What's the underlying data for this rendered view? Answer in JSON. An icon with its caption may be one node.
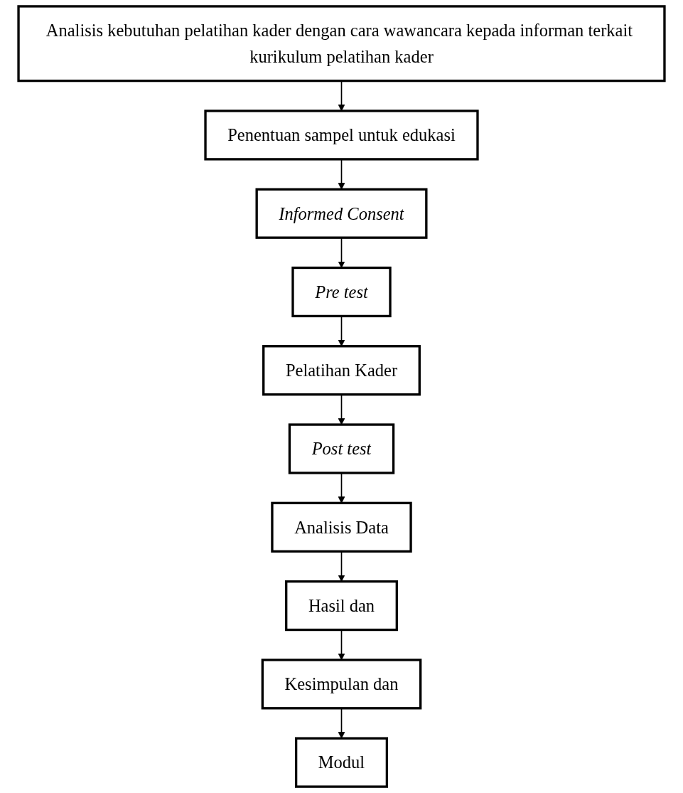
{
  "diagram": {
    "nodes": [
      {
        "text": [
          "Analisis kebutuhan pelatihan kader dengan cara wawancara kepada informan terkait kurikulum pelatihan kader"
        ]
      },
      {
        "text": [
          "Penentuan sampel untuk edukasi"
        ]
      },
      {
        "text": [
          "Informed Consent"
        ]
      },
      {
        "text": [
          "Pre test"
        ]
      },
      {
        "text": [
          "Pelatihan Kader"
        ]
      },
      {
        "text": [
          "Post test"
        ]
      },
      {
        "text": [
          "Analisis Data"
        ]
      },
      {
        "text": [
          "Hasil dan"
        ]
      },
      {
        "text": [
          "Kesimpulan dan"
        ]
      },
      {
        "text": [
          "Modul"
        ]
      }
    ],
    "edges": [
      {
        "from": 0,
        "to": 1,
        "arrow": "to"
      },
      {
        "from": 1,
        "to": 2,
        "arrow": "to"
      },
      {
        "from": 2,
        "to": 3,
        "arrow": "to"
      },
      {
        "from": 3,
        "to": 4,
        "arrow": "to"
      },
      {
        "from": 4,
        "to": 5,
        "arrow": "to"
      },
      {
        "from": 5,
        "to": 6,
        "arrow": "to"
      },
      {
        "from": 6,
        "to": 7,
        "arrow": "to"
      },
      {
        "from": 7,
        "to": 8,
        "arrow": "to"
      },
      {
        "from": 8,
        "to": 9,
        "arrow": "to"
      }
    ]
  }
}
